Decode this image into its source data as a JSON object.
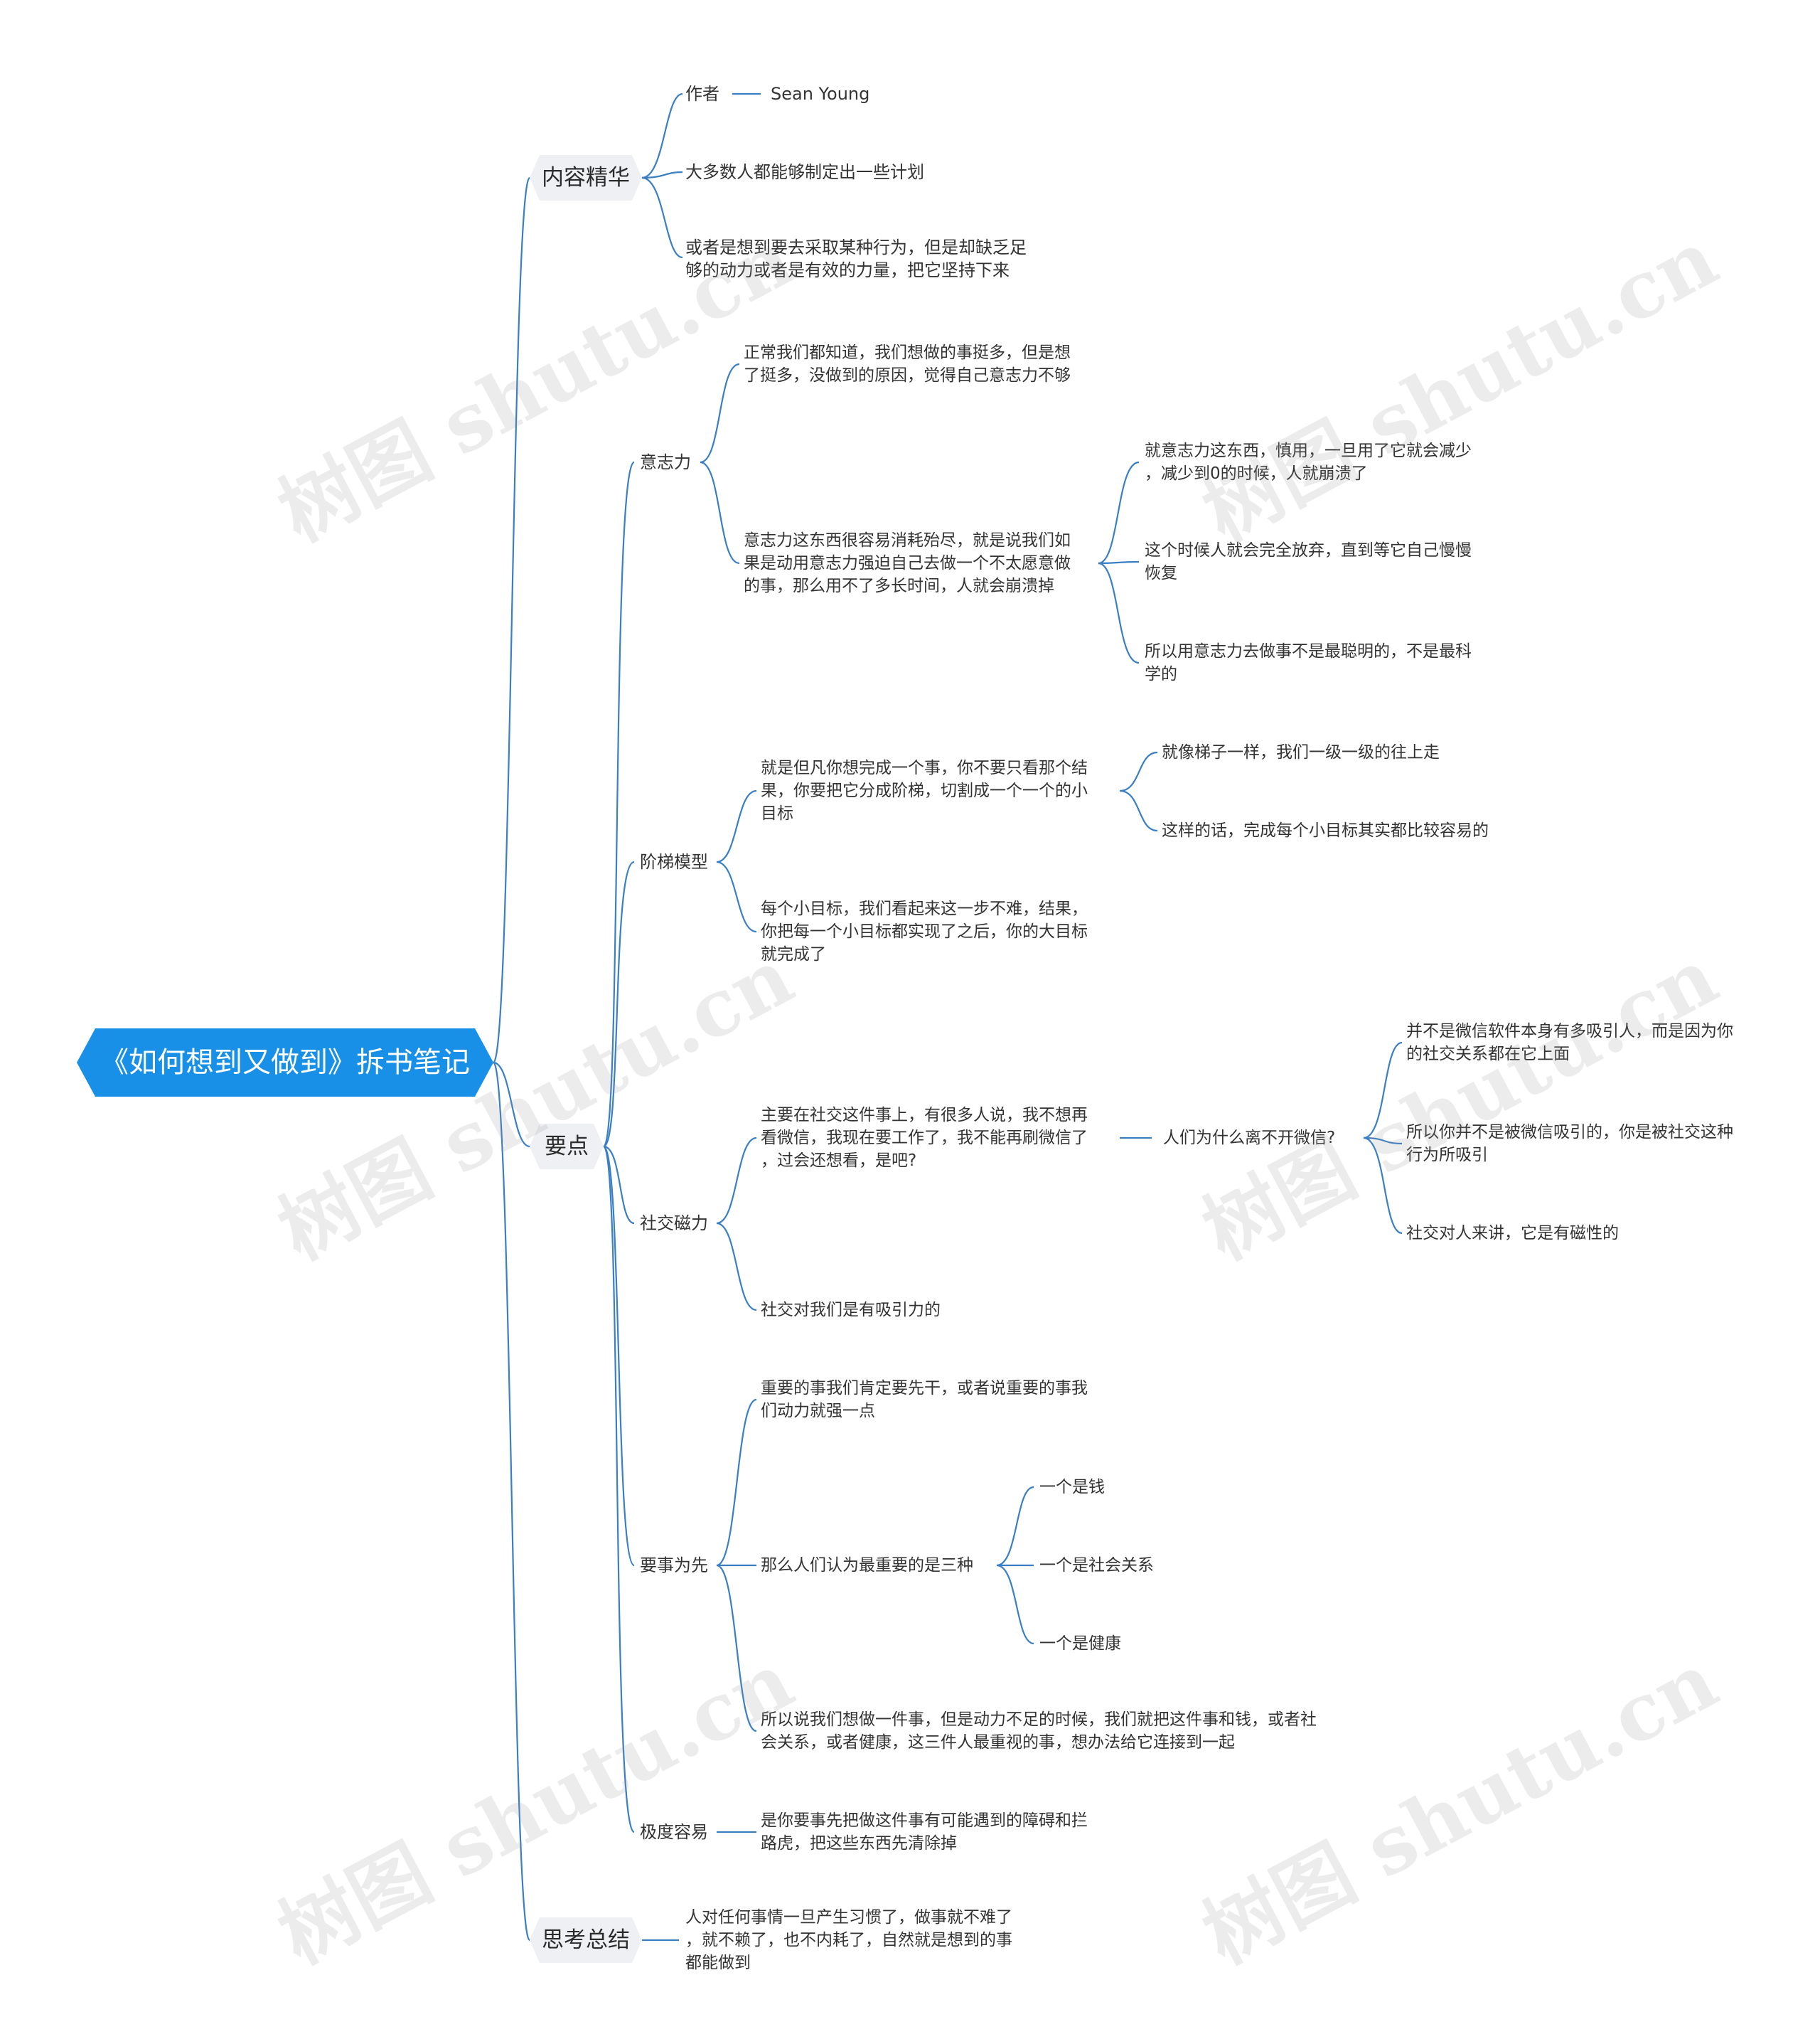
{
  "root": {
    "label": "《如何想到又做到》拆书笔记"
  },
  "branches": {
    "content": {
      "label": "内容精华",
      "author_label": "作者",
      "author_name": "Sean Young",
      "plans": "大多数人都能够制定出一些计划",
      "motivation": "或者是想到要去采取某种行为，但是却缺乏足\n够的动力或者是有效的力量，把它坚持下来"
    },
    "points": {
      "label": "要点",
      "willpower": {
        "label": "意志力",
        "c1": "正常我们都知道，我们想做的事挺多，但是想\n了挺多，没做到的原因，觉得自己意志力不够",
        "c2": "意志力这东西很容易消耗殆尽，就是说我们如\n果是动用意志力强迫自己去做一个不太愿意做\n的事，那么用不了多长时间，人就会崩溃掉",
        "c2a": "就意志力这东西，慎用，一旦用了它就会减少\n，减少到0的时候，人就崩溃了",
        "c2b": "这个时候人就会完全放弃，直到等它自己慢慢\n恢复",
        "c2c": "所以用意志力去做事不是最聪明的，不是最科\n学的"
      },
      "ladder": {
        "label": "阶梯模型",
        "c1": "就是但凡你想完成一个事，你不要只看那个结\n果，你要把它分成阶梯，切割成一个一个的小\n目标",
        "c1a": "就像梯子一样，我们一级一级的往上走",
        "c1b": "这样的话，完成每个小目标其实都比较容易的",
        "c2": "每个小目标，我们看起来这一步不难，结果，\n你把每一个小目标都实现了之后，你的大目标\n就完成了"
      },
      "social": {
        "label": "社交磁力",
        "c1": "主要在社交这件事上，有很多人说，我不想再\n看微信，我现在要工作了，我不能再刷微信了\n，过会还想看，是吧?",
        "q": "人们为什么离不开微信?",
        "qa": "并不是微信软件本身有多吸引人，而是因为你\n的社交关系都在它上面",
        "qb": "所以你并不是被微信吸引的，你是被社交这种\n行为所吸引",
        "qc": "社交对人来讲，它是有磁性的",
        "c2": "社交对我们是有吸引力的"
      },
      "priority": {
        "label": "要事为先",
        "c1": "重要的事我们肯定要先干，或者说重要的事我\n们动力就强一点",
        "c2": "那么人们认为最重要的是三种",
        "c2a": "一个是钱",
        "c2b": "一个是社会关系",
        "c2c": "一个是健康",
        "c3": "所以说我们想做一件事，但是动力不足的时候，我们就把这件事和钱，或者社\n会关系，或者健康，这三件人最重视的事，想办法给它连接到一起"
      },
      "easy": {
        "label": "极度容易",
        "c1": "是你要事先把做这件事有可能遇到的障碍和拦\n路虎，把这些东西先清除掉"
      }
    },
    "summary": {
      "label": "思考总结",
      "c1": "人对任何事情一旦产生习惯了，做事就不难了\n，就不赖了，也不内耗了，自然就是想到的事\n都能做到"
    }
  },
  "watermark": "树图 shutu.cn",
  "colors": {
    "root_bg": "#1890e8",
    "branch_bg": "#eef0f3",
    "line": "#3a7fc4",
    "text": "#333333"
  }
}
